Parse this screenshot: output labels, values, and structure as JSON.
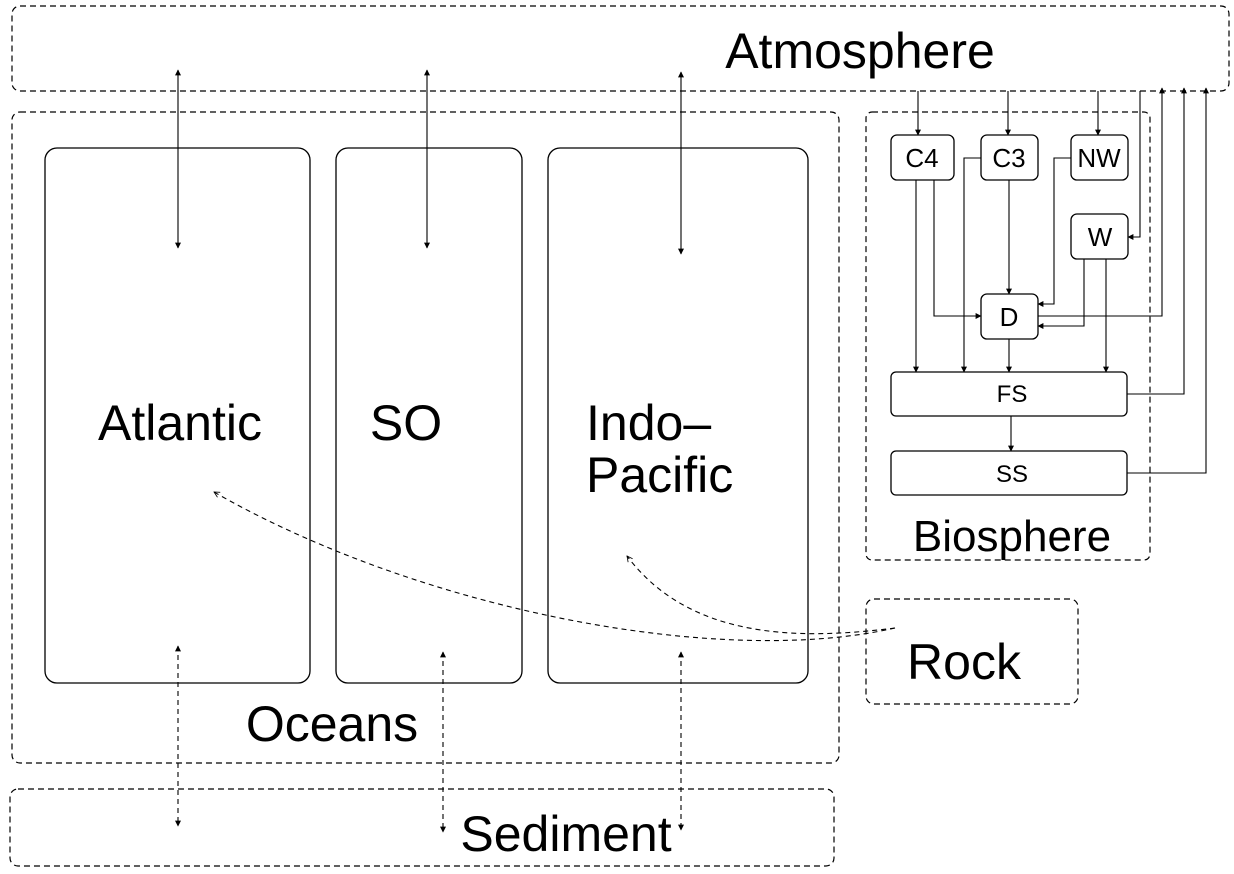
{
  "reservoirs": {
    "atmosphere": "Atmosphere",
    "oceans": "Oceans",
    "sediment": "Sediment",
    "biosphere": "Biosphere",
    "rock": "Rock"
  },
  "ocean_basins": {
    "atlantic": "Atlantic",
    "southern_ocean": "SO",
    "indo_pacific_line1": "Indo–",
    "indo_pacific_line2": "Pacific"
  },
  "biosphere_pools": {
    "c4": "C4",
    "c3": "C3",
    "nw": "NW",
    "w": "W",
    "d": "D",
    "fs": "FS",
    "ss": "SS"
  },
  "colors": {
    "line": "#000000",
    "background": "#ffffff"
  }
}
